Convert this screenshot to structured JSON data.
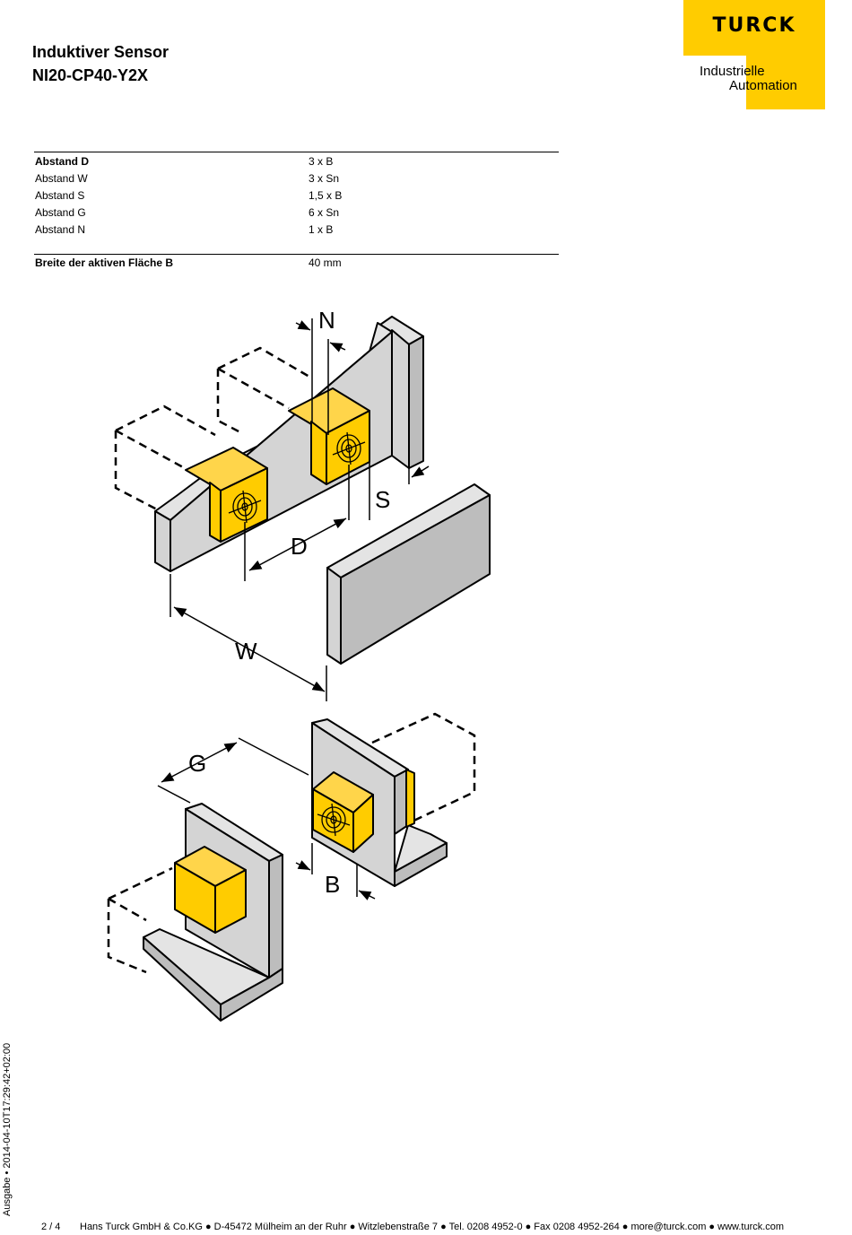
{
  "header": {
    "title": "Induktiver Sensor",
    "subtitle": "NI20-CP40-Y2X"
  },
  "brand": {
    "name": "TURCK",
    "tagline_line1": "Industrielle",
    "tagline_line2": "Automation",
    "color": "#FFCC00"
  },
  "specs": {
    "distances": [
      {
        "label": "Abstand D",
        "value": "3 x B"
      },
      {
        "label": "Abstand W",
        "value": "3 x Sn"
      },
      {
        "label": "Abstand S",
        "value": "1,5 x B"
      },
      {
        "label": "Abstand G",
        "value": "6 x Sn"
      },
      {
        "label": "Abstand N",
        "value": "1 x B"
      }
    ],
    "active_face": {
      "label": "Breite der aktiven Fläche B",
      "value": "40 mm"
    }
  },
  "drawing": {
    "labels": {
      "N": "N",
      "S": "S",
      "D": "D",
      "W": "W",
      "G": "G",
      "B": "B"
    },
    "colors": {
      "sensor": "#FFCC00",
      "metal": "#D4D4D4",
      "outline": "#000000"
    }
  },
  "side_text": "Ausgabe • 2014-04-10T17:29:42+02:00",
  "footer": {
    "page": "2 / 4",
    "address": "Hans Turck GmbH & Co.KG ● D-45472 Mülheim an der Ruhr ● Witzlebenstraße 7 ● Tel. 0208 4952-0 ● Fax 0208 4952-264 ● more@turck.com ● www.turck.com"
  }
}
